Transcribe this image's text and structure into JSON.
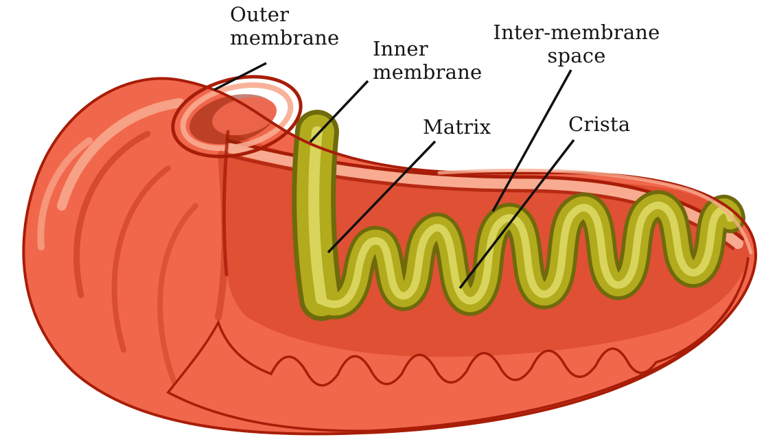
{
  "diagram": {
    "subject": "mitochondrion-cutaway",
    "labels": {
      "outer_membrane": "Outer\nmembrane",
      "inner_membrane": "Inner\nmembrane",
      "inter_membrane_space": "Inter-membrane\nspace",
      "matrix": "Matrix",
      "crista": "Crista"
    },
    "colors": {
      "background": "#ffffff",
      "outer_membrane_fill": "#f1674c",
      "outer_membrane_dark": "#a81d08",
      "outer_membrane_light": "#f8ab90",
      "matrix_fill": "#e05034",
      "inner_membrane_fill": "#b1ab1d",
      "inner_membrane_light": "#d9d45b",
      "inner_membrane_dark": "#6f6a0c",
      "label_text": "#151515",
      "pointer_line": "#101010"
    }
  }
}
